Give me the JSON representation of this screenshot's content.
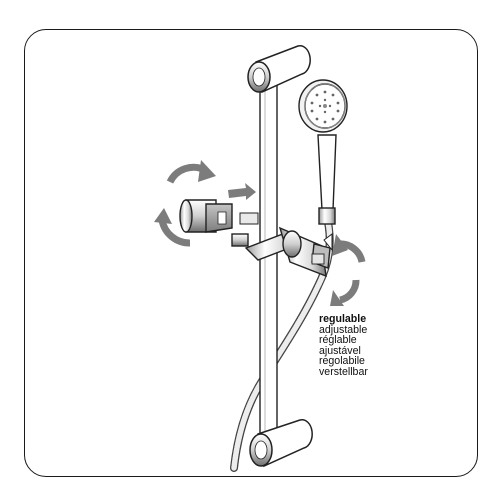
{
  "labels": {
    "title": "regulable",
    "translations": [
      "adjustable",
      "réglable",
      "ajustável",
      "regolabile",
      "verstellbar"
    ]
  },
  "colors": {
    "frame": "#1a1a1a",
    "outline": "#222222",
    "chrome_light": "#f4f4f4",
    "chrome_dark": "#7a7a7a",
    "arrow": "#7c7c7c",
    "gray_block": "#9a9a9a"
  },
  "icons": [
    "rotate-arrow-icon",
    "slide-arrow-icon"
  ]
}
